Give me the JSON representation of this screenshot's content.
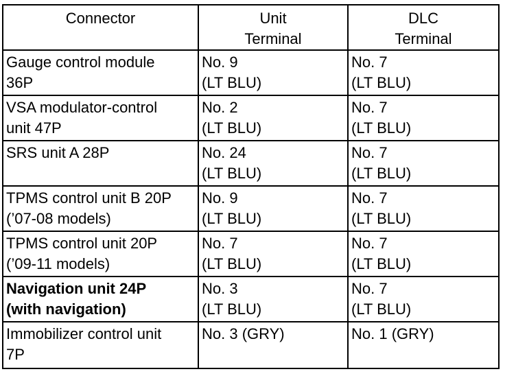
{
  "headers": [
    [
      "Connector"
    ],
    [
      "Unit",
      "Terminal"
    ],
    [
      "DLC",
      "Terminal"
    ]
  ],
  "rows": [
    {
      "connector": [
        "Gauge control module",
        "36P"
      ],
      "unit": [
        "No. 9",
        "(LT BLU)"
      ],
      "dlc": [
        "No. 7",
        "(LT BLU)"
      ],
      "bold": false
    },
    {
      "connector": [
        "VSA modulator-control",
        "unit 47P"
      ],
      "unit": [
        "No. 2",
        "(LT BLU)"
      ],
      "dlc": [
        "No. 7",
        "(LT BLU)"
      ],
      "bold": false
    },
    {
      "connector": [
        "SRS unit A 28P"
      ],
      "unit": [
        "No. 24",
        "(LT BLU)"
      ],
      "dlc": [
        "No. 7",
        "(LT BLU)"
      ],
      "bold": false
    },
    {
      "connector": [
        "TPMS control unit B 20P",
        "(’07-08 models)"
      ],
      "unit": [
        "No. 9",
        "(LT BLU)"
      ],
      "dlc": [
        "No. 7",
        "(LT BLU)"
      ],
      "bold": false
    },
    {
      "connector": [
        "TPMS control unit 20P",
        "(’09-11 models)"
      ],
      "unit": [
        "No. 7",
        "(LT BLU)"
      ],
      "dlc": [
        "No. 7",
        "(LT BLU)"
      ],
      "bold": false
    },
    {
      "connector": [
        "Navigation unit 24P",
        "(with navigation)"
      ],
      "unit": [
        "No. 3",
        "(LT BLU)"
      ],
      "dlc": [
        "No. 7",
        "(LT BLU)"
      ],
      "bold": true
    },
    {
      "connector": [
        "Immobilizer control unit",
        "7P"
      ],
      "unit": [
        "No. 3 (GRY)"
      ],
      "dlc": [
        "No. 1 (GRY)"
      ],
      "bold": false
    }
  ]
}
